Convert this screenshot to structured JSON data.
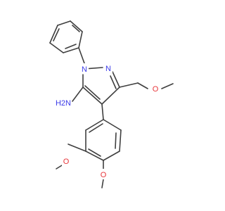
{
  "molecule": {
    "atoms": {
      "n_ring": "N",
      "n_double": "N",
      "amine": "H2N",
      "o_methoxymethyl": "O",
      "o_meta": "O",
      "o_para": "O"
    }
  },
  "colors": {
    "bond": "#3f3f3f",
    "oxygen": "#e8353a",
    "nitrogen": "#3a3ae8"
  }
}
